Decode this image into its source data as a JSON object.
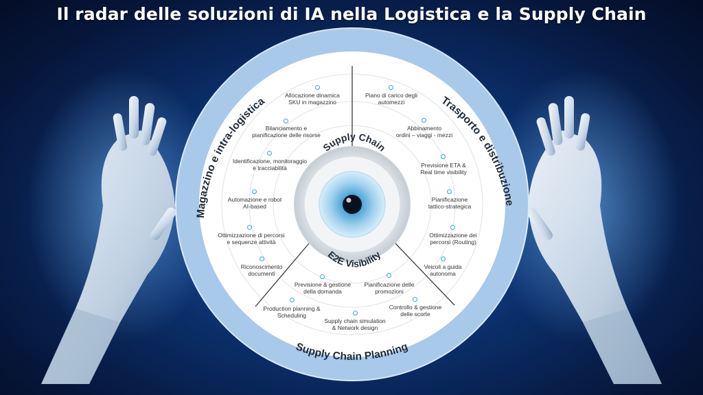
{
  "title": "Il radar delle soluzioni di IA nella Logistica e la Supply Chain",
  "sections": {
    "left": "Magazzino e intra-logistica",
    "right": "Trasporto e distribuzione",
    "bottom": "Supply Chain Planning"
  },
  "center": {
    "top_label": "Supply Chain",
    "bottom_label": "E2E Visibility"
  },
  "left_items": [
    "Allocazione dinamica\nSKU in magazzino",
    "Bilanciamento e\npianificazione delle risorse",
    "Identificazione, monitoraggio\ne tracciabilità",
    "Automazione e robot\nAI-based",
    "Ottimizzazione di percorsi\ne sequenze attività",
    "Riconoscimento\ndocumenti"
  ],
  "right_items": [
    "Piano di carico degli\nautomezzi",
    "Abbinamento\nordini – viaggi - mezzi",
    "Previsione ETA &\nReal time visibility",
    "Pianificazione\ntattico-strategica",
    "Ottimizzazione dei\npercorsi (Routing)",
    "Veicoli a guida\nautonoma"
  ],
  "bottom_items": [
    "Previsione & gestione\ndella domanda",
    "Pianificazione delle\npromozioni",
    "Production planning &\nScheduling",
    "Controllo & gestione\ndelle scorte",
    "Supply chain simulation\n& Network design"
  ],
  "colors": {
    "accent": "#3aa7d6",
    "outer_ring": "#a9c9ea",
    "divider": "#3a3a3a"
  },
  "icons": [
    "robot-hand-left",
    "robot-hand-right",
    "eye-icon"
  ]
}
